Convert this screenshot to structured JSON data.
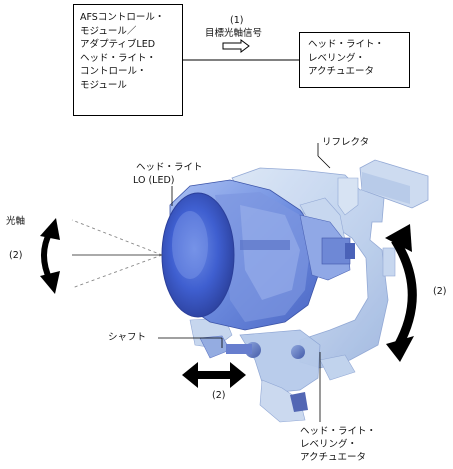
{
  "afs_module": {
    "lines": [
      "AFSコントロール・",
      "モジュール／",
      "アダプティブLED",
      "ヘッド・ライト・",
      "コントロール・",
      "モジュール"
    ]
  },
  "signal": {
    "number": "(1)",
    "label": "目標光軸信号"
  },
  "actuator_box": {
    "lines": [
      "ヘッド・ライト・",
      "レベリング・",
      "アクチュエータ"
    ]
  },
  "labels": {
    "reflector": "リフレクタ",
    "headlight_lo_1": "ヘッド・ライト",
    "headlight_lo_2": "LO (LED)",
    "optical_axis": "光軸",
    "motion_left": "(2)",
    "motion_right": "(2)",
    "motion_bottom": "(2)",
    "shaft": "シャフト",
    "actuator_1": "ヘッド・ライト・",
    "actuator_2": "レベリング・",
    "actuator_3": "アクチュエータ"
  }
}
